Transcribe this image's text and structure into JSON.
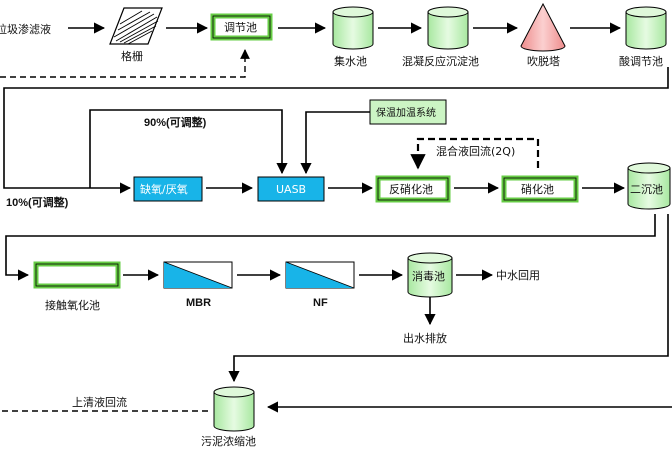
{
  "diagram": {
    "labels": {
      "leachate": "垃圾渗滤液",
      "grille": "格栅",
      "regulating_pool": "调节池",
      "collection_pool": "集水池",
      "coag_sed_pool": "混凝反应沉淀池",
      "stripping_tower": "吹脱塔",
      "acid_regulating_pool": "酸调节池",
      "ratio_90": "90%(可调整)",
      "ratio_10": "10%(可调整)",
      "heating_system": "保温加温系统",
      "mixed_reflux": "混合液回流(2Q)",
      "anoxic_anaerobic": "缺氧/厌氧",
      "uasb": "UASB",
      "denitrification_pool": "反硝化池",
      "nitrification_pool": "硝化池",
      "secondary_clarifier": "二沉池",
      "contact_oxidation_pool": "接触氧化池",
      "mbr": "MBR",
      "nf": "NF",
      "disinfection_pool": "消毒池",
      "reclaimed_water": "中水回用",
      "effluent_discharge": "出水排放",
      "supernatant_reflux": "上清液回流",
      "sludge_thickener": "污泥浓缩池"
    },
    "colors": {
      "green_fill": "#ccf5c4",
      "green_border": "#66cc44",
      "cyan_fill": "#18b4e8",
      "pink_fill": "#f4a8a8",
      "white": "#ffffff"
    }
  }
}
